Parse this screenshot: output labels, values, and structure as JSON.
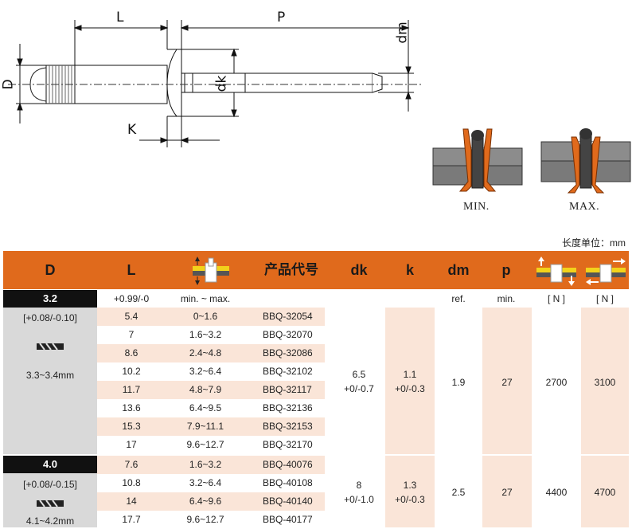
{
  "drawing": {
    "labels": {
      "L": "L",
      "P": "P",
      "D": "D",
      "K": "K",
      "dk": "dk",
      "dm": "dm"
    },
    "min_caption": "MIN.",
    "max_caption": "MAX."
  },
  "unit_note": "长度单位：mm",
  "table": {
    "headers": {
      "d": "D",
      "l": "L",
      "product_code": "产品代号",
      "dk": "dk",
      "k": "k",
      "dm": "dm",
      "p": "p"
    },
    "subheaders": {
      "l_tol": "+0.99/-0",
      "grip": "min. ~ max.",
      "dm": "ref.",
      "p": "min.",
      "shear": "[ N ]",
      "tensile": "[ N ]"
    },
    "groups": [
      {
        "size": "3.2",
        "tolerance": "[+0.08/-0.10]",
        "drill": "3.3~3.4mm",
        "dk_value": "6.5",
        "dk_tol": "+0/-0.7",
        "k_value": "1.1",
        "k_tol": "+0/-0.3",
        "dm": "1.9",
        "p": "27",
        "shear": "2700",
        "tensile": "3100",
        "rows": [
          {
            "l": "5.4",
            "grip": "0~1.6",
            "code": "BBQ-32054"
          },
          {
            "l": "7",
            "grip": "1.6~3.2",
            "code": "BBQ-32070"
          },
          {
            "l": "8.6",
            "grip": "2.4~4.8",
            "code": "BBQ-32086"
          },
          {
            "l": "10.2",
            "grip": "3.2~6.4",
            "code": "BBQ-32102"
          },
          {
            "l": "11.7",
            "grip": "4.8~7.9",
            "code": "BBQ-32117"
          },
          {
            "l": "13.6",
            "grip": "6.4~9.5",
            "code": "BBQ-32136"
          },
          {
            "l": "15.3",
            "grip": "7.9~11.1",
            "code": "BBQ-32153"
          },
          {
            "l": "17",
            "grip": "9.6~12.7",
            "code": "BBQ-32170"
          }
        ]
      },
      {
        "size": "4.0",
        "tolerance": "[+0.08/-0.15]",
        "drill": "4.1~4.2mm",
        "dk_value": "8",
        "dk_tol": "+0/-1.0",
        "k_value": "1.3",
        "k_tol": "+0/-0.3",
        "dm": "2.5",
        "p": "27",
        "shear": "4400",
        "tensile": "4700",
        "rows": [
          {
            "l": "7.6",
            "grip": "1.6~3.2",
            "code": "BBQ-40076"
          },
          {
            "l": "10.8",
            "grip": "3.2~6.4",
            "code": "BBQ-40108"
          },
          {
            "l": "14",
            "grip": "6.4~9.6",
            "code": "BBQ-40140"
          },
          {
            "l": "17.7",
            "grip": "9.6~12.7",
            "code": "BBQ-40177"
          }
        ]
      }
    ]
  }
}
